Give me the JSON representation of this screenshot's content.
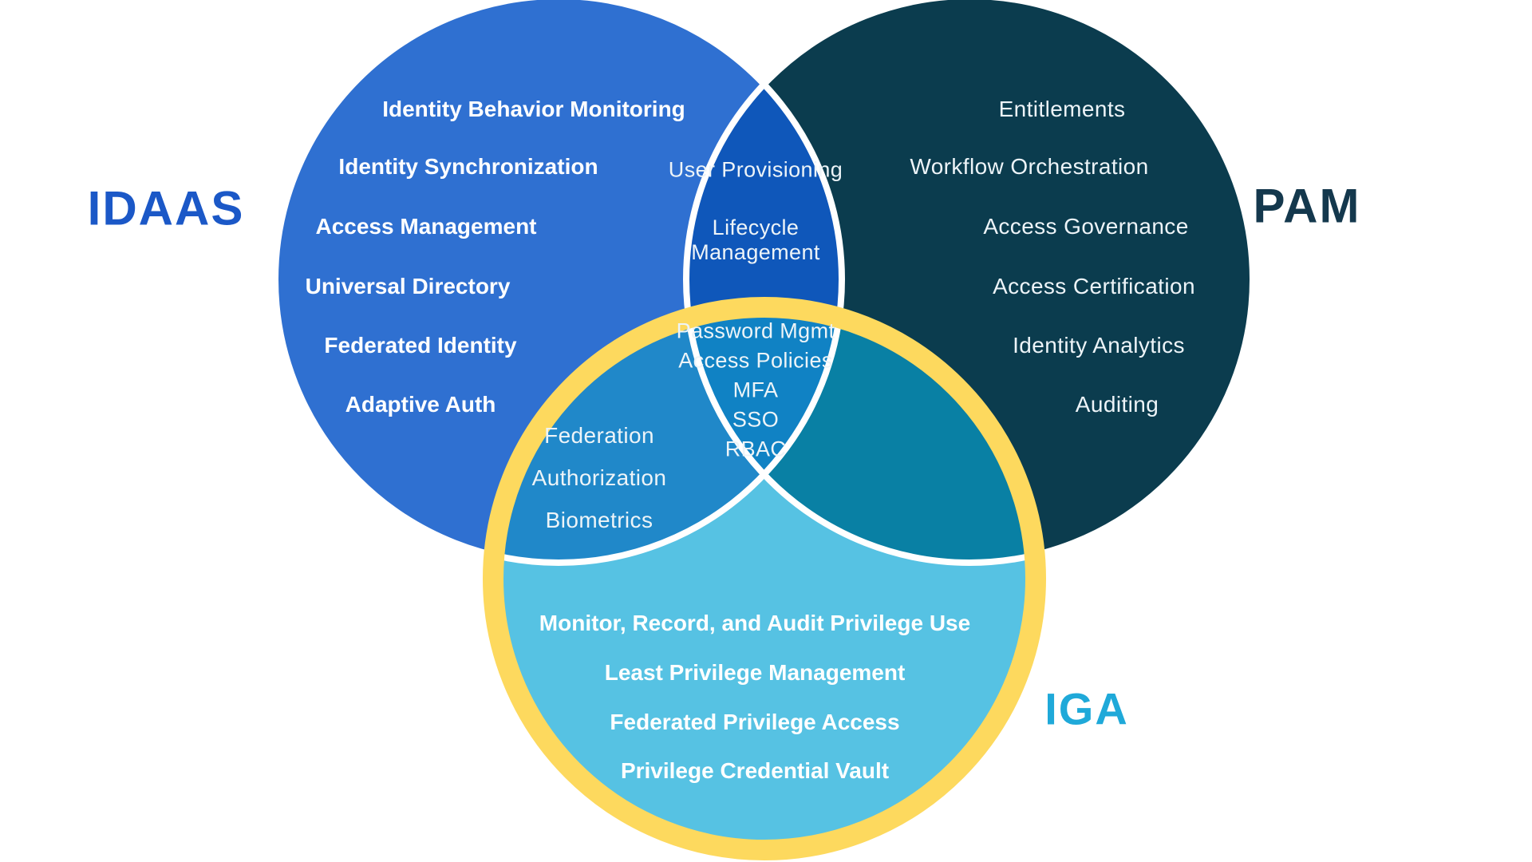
{
  "diagram": {
    "type": "venn",
    "background": "#ffffff",
    "divider_stroke": "#ffffff",
    "sets": [
      {
        "id": "idaas",
        "label": "IDAAS",
        "fill": "#2f70d1",
        "label_color": "#1b58c7",
        "items": [
          "Identity Behavior Monitoring",
          "Identity Synchronization",
          "Access Management",
          "Universal Directory",
          "Federated Identity",
          "Adaptive Auth"
        ]
      },
      {
        "id": "pam",
        "label": "PAM",
        "fill": "#0b3c4e",
        "label_color": "#14384d",
        "items": [
          "Entitlements",
          "Workflow Orchestration",
          "Access Governance",
          "Access Certification",
          "Identity Analytics",
          "Auditing"
        ]
      },
      {
        "id": "iga",
        "label": "IGA",
        "fill": "#56c2e3",
        "ring_color": "#fdd95e",
        "label_color": "#1fa9d9",
        "items": [
          "Monitor, Record, and Audit Privilege Use",
          "Least Privilege Management",
          "Federated Privilege Access",
          "Privilege Credential Vault"
        ]
      }
    ],
    "intersections": [
      {
        "sets": "idaas-pam",
        "fill": "#0f57ba",
        "items": [
          "User Provisioning",
          "Lifecycle Management"
        ]
      },
      {
        "sets": "idaas-iga",
        "fill": "#2088c9",
        "items": [
          "Federation",
          "Authorization",
          "Biometrics"
        ]
      },
      {
        "sets": "pam-iga",
        "fill": "#0980a4",
        "items": []
      },
      {
        "sets": "idaas-pam-iga",
        "fill": "#1082c4",
        "items": [
          "Password Mgmt",
          "Access Policies",
          "MFA",
          "SSO",
          "RBAC"
        ]
      }
    ]
  }
}
